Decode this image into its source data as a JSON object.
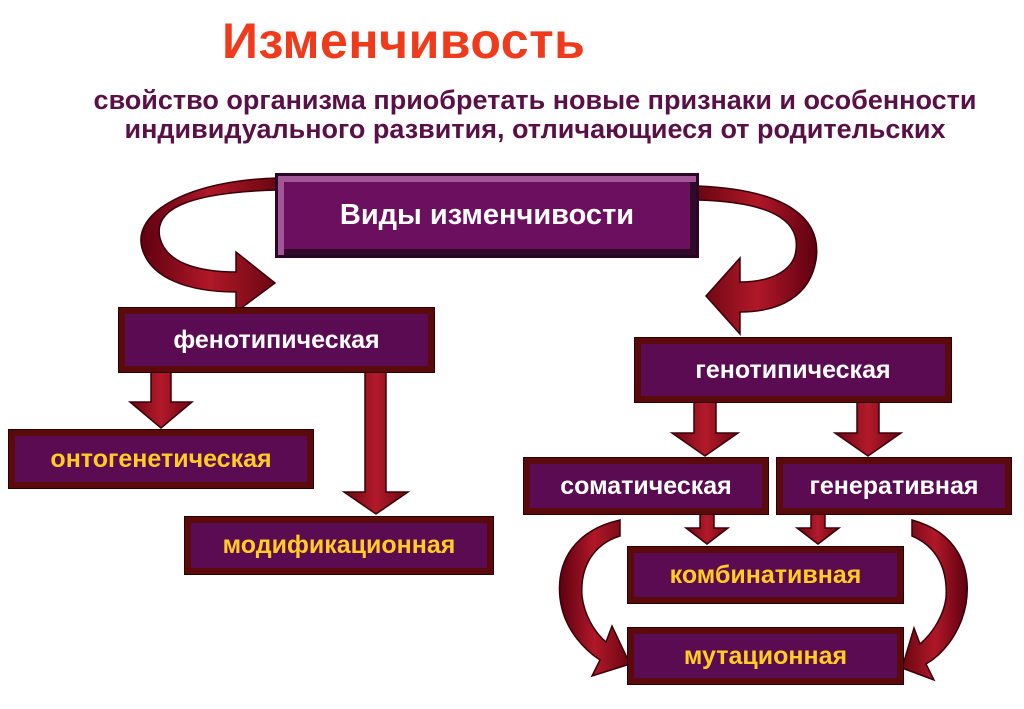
{
  "title": "Изменчивость",
  "definition": "свойство организма приобретать новые признаки и особенности индивидуального развития, отличающиеся от родительских",
  "nodes": {
    "main": "Виды изменчивости",
    "phenotypic": "фенотипическая",
    "genotypic": "генотипическая",
    "ontogenetic": "онтогенетическая",
    "modification": "модификационная",
    "somatic": "соматическая",
    "generative": "генеративная",
    "combinative": "комбинативная",
    "mutational": "мутационная"
  },
  "colors": {
    "title": "#ef3a1b",
    "definition": "#5a1046",
    "box_frame": "#5a0a0a",
    "box_fill": "#5a0b52",
    "arrow_fill": "#8b0f1a",
    "white_label": "#ffffff",
    "yellow_label": "#ffcc22"
  }
}
